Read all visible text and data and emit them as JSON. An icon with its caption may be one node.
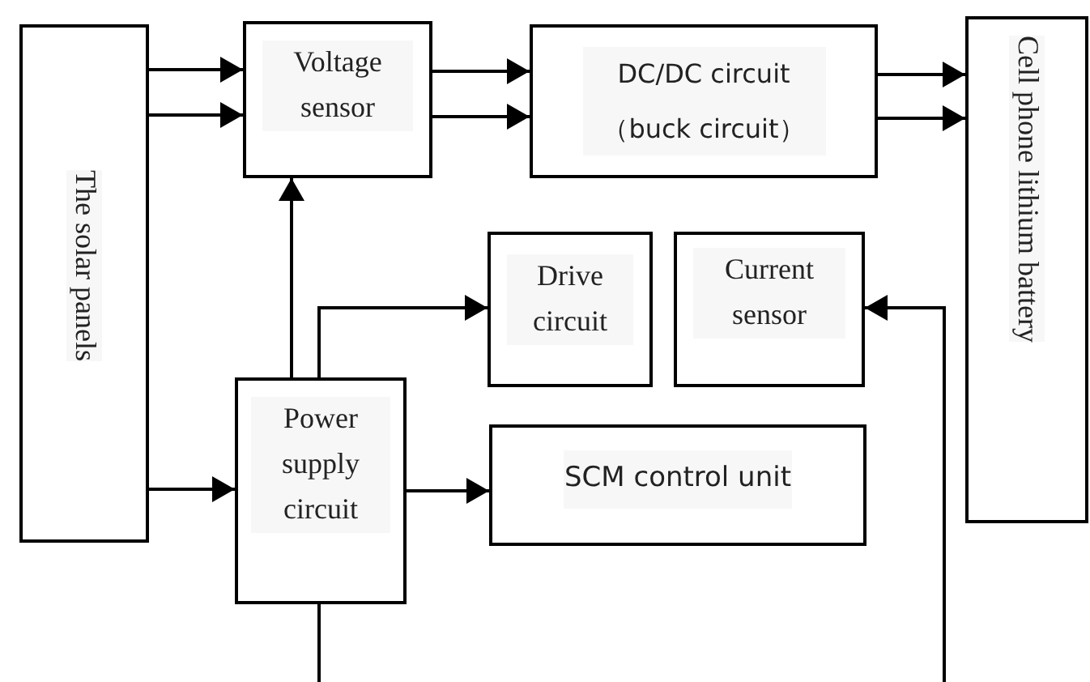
{
  "diagram": {
    "nodes": [
      {
        "text": [
          "The solar panels"
        ]
      },
      {
        "text": [
          "Voltage sensor"
        ]
      },
      {
        "text": [
          "DC/DC circuit （buck circuit）"
        ]
      },
      {
        "text": [
          "Cell phone lithium battery"
        ]
      },
      {
        "text": [
          "Drive circuit"
        ]
      },
      {
        "text": [
          "Current sensor"
        ]
      },
      {
        "text": [
          "Power supply circuit"
        ]
      },
      {
        "text": [
          "SCM control unit"
        ]
      }
    ],
    "edges": [
      {
        "from": 0,
        "to": 1,
        "arrow": "to"
      },
      {
        "from": 0,
        "to": 1,
        "arrow": "to"
      },
      {
        "from": 1,
        "to": 2,
        "arrow": "to"
      },
      {
        "from": 1,
        "to": 2,
        "arrow": "to"
      },
      {
        "from": 2,
        "to": 3,
        "arrow": "to"
      },
      {
        "from": 2,
        "to": 3,
        "arrow": "to"
      },
      {
        "from": 6,
        "to": 1,
        "arrow": "to"
      },
      {
        "from": 6,
        "to": 4,
        "arrow": "to"
      },
      {
        "from": 0,
        "to": 6,
        "arrow": "to"
      },
      {
        "from": 6,
        "to": 7,
        "arrow": "to"
      },
      {
        "from": 6,
        "to": null,
        "arrow": "none"
      },
      {
        "from": null,
        "to": 5,
        "arrow": "to"
      }
    ]
  }
}
